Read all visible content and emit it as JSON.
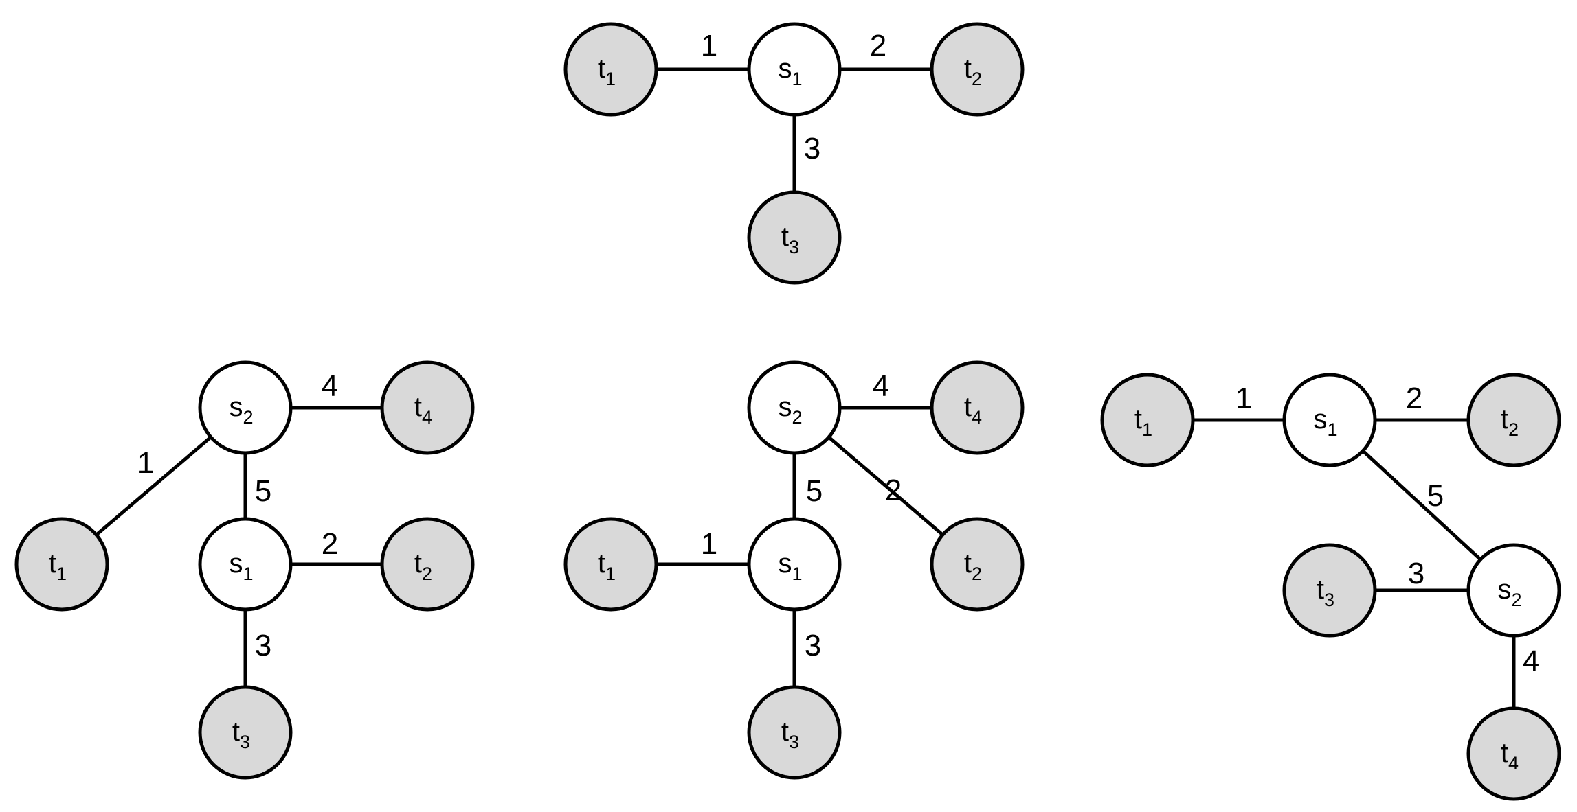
{
  "colors": {
    "terminal_fill": "#d9d9d9",
    "steiner_fill": "#ffffff",
    "stroke": "#000000"
  },
  "graphs": [
    {
      "id": "top",
      "nodes": [
        {
          "id": "t1",
          "letter": "t",
          "sub": "1",
          "kind": "terminal"
        },
        {
          "id": "s1",
          "letter": "s",
          "sub": "1",
          "kind": "steiner"
        },
        {
          "id": "t2",
          "letter": "t",
          "sub": "2",
          "kind": "terminal"
        },
        {
          "id": "t3",
          "letter": "t",
          "sub": "3",
          "kind": "terminal"
        }
      ],
      "edges": [
        {
          "from": "t1",
          "to": "s1",
          "label": "1"
        },
        {
          "from": "s1",
          "to": "t2",
          "label": "2"
        },
        {
          "from": "s1",
          "to": "t3",
          "label": "3"
        }
      ]
    },
    {
      "id": "bottom-left",
      "nodes": [
        {
          "id": "t1",
          "letter": "t",
          "sub": "1",
          "kind": "terminal"
        },
        {
          "id": "s2",
          "letter": "s",
          "sub": "2",
          "kind": "steiner"
        },
        {
          "id": "t4",
          "letter": "t",
          "sub": "4",
          "kind": "terminal"
        },
        {
          "id": "s1",
          "letter": "s",
          "sub": "1",
          "kind": "steiner"
        },
        {
          "id": "t2",
          "letter": "t",
          "sub": "2",
          "kind": "terminal"
        },
        {
          "id": "t3",
          "letter": "t",
          "sub": "3",
          "kind": "terminal"
        }
      ],
      "edges": [
        {
          "from": "t1",
          "to": "s2",
          "label": "1"
        },
        {
          "from": "s2",
          "to": "t4",
          "label": "4"
        },
        {
          "from": "s2",
          "to": "s1",
          "label": "5"
        },
        {
          "from": "s1",
          "to": "t2",
          "label": "2"
        },
        {
          "from": "s1",
          "to": "t3",
          "label": "3"
        }
      ]
    },
    {
      "id": "bottom-middle",
      "nodes": [
        {
          "id": "s2",
          "letter": "s",
          "sub": "2",
          "kind": "steiner"
        },
        {
          "id": "t4",
          "letter": "t",
          "sub": "4",
          "kind": "terminal"
        },
        {
          "id": "t1",
          "letter": "t",
          "sub": "1",
          "kind": "terminal"
        },
        {
          "id": "s1",
          "letter": "s",
          "sub": "1",
          "kind": "steiner"
        },
        {
          "id": "t2",
          "letter": "t",
          "sub": "2",
          "kind": "terminal"
        },
        {
          "id": "t3",
          "letter": "t",
          "sub": "3",
          "kind": "terminal"
        }
      ],
      "edges": [
        {
          "from": "s2",
          "to": "t4",
          "label": "4"
        },
        {
          "from": "s2",
          "to": "s1",
          "label": "5"
        },
        {
          "from": "s2",
          "to": "t2",
          "label": "2"
        },
        {
          "from": "t1",
          "to": "s1",
          "label": "1"
        },
        {
          "from": "s1",
          "to": "t3",
          "label": "3"
        }
      ]
    },
    {
      "id": "bottom-right",
      "nodes": [
        {
          "id": "t1",
          "letter": "t",
          "sub": "1",
          "kind": "terminal"
        },
        {
          "id": "s1",
          "letter": "s",
          "sub": "1",
          "kind": "steiner"
        },
        {
          "id": "t2",
          "letter": "t",
          "sub": "2",
          "kind": "terminal"
        },
        {
          "id": "t3",
          "letter": "t",
          "sub": "3",
          "kind": "terminal"
        },
        {
          "id": "s2",
          "letter": "s",
          "sub": "2",
          "kind": "steiner"
        },
        {
          "id": "t4",
          "letter": "t",
          "sub": "4",
          "kind": "terminal"
        }
      ],
      "edges": [
        {
          "from": "t1",
          "to": "s1",
          "label": "1"
        },
        {
          "from": "s1",
          "to": "t2",
          "label": "2"
        },
        {
          "from": "s1",
          "to": "s2",
          "label": "5"
        },
        {
          "from": "t3",
          "to": "s2",
          "label": "3"
        },
        {
          "from": "s2",
          "to": "t4",
          "label": "4"
        }
      ]
    }
  ]
}
